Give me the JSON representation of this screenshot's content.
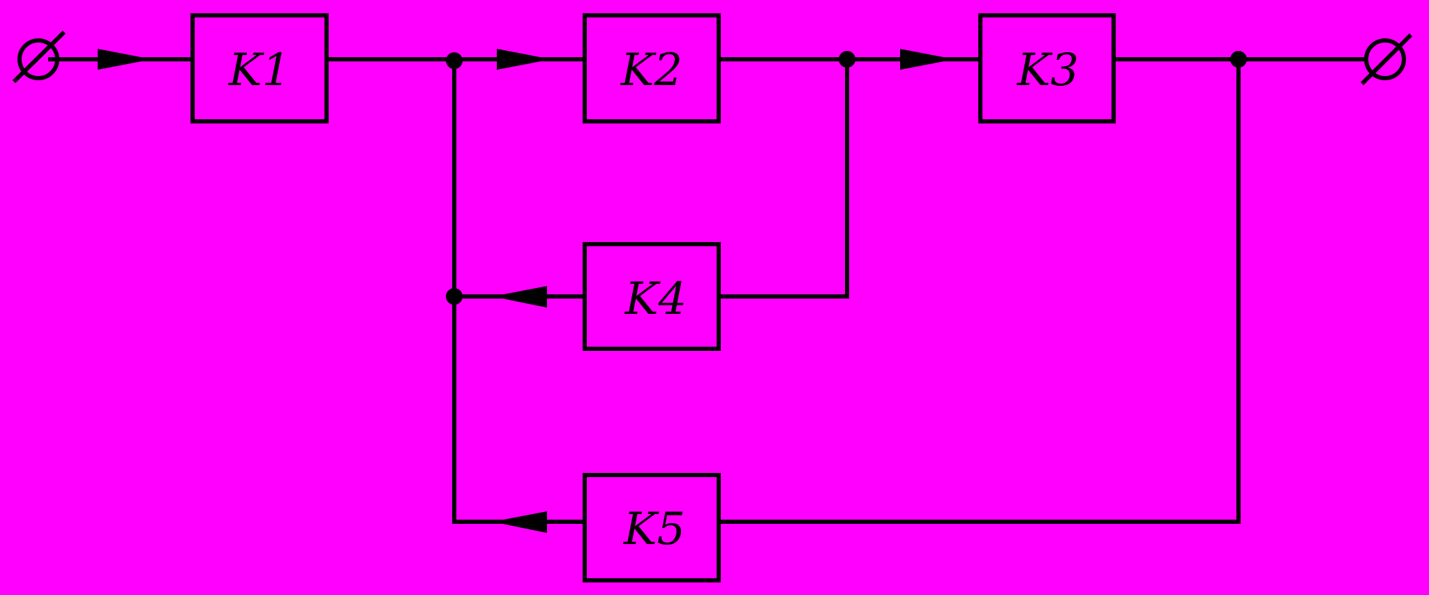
{
  "colors": {
    "background": "#FF00FF",
    "line": "#000000"
  },
  "diagram": {
    "blocks": {
      "k1": "K1",
      "k2": "K2",
      "k3": "K3",
      "k4": "K4",
      "k5": "K5"
    },
    "terminals": {
      "input_icon": "terminal-circle-slash-icon",
      "output_icon": "terminal-circle-slash-icon"
    }
  }
}
